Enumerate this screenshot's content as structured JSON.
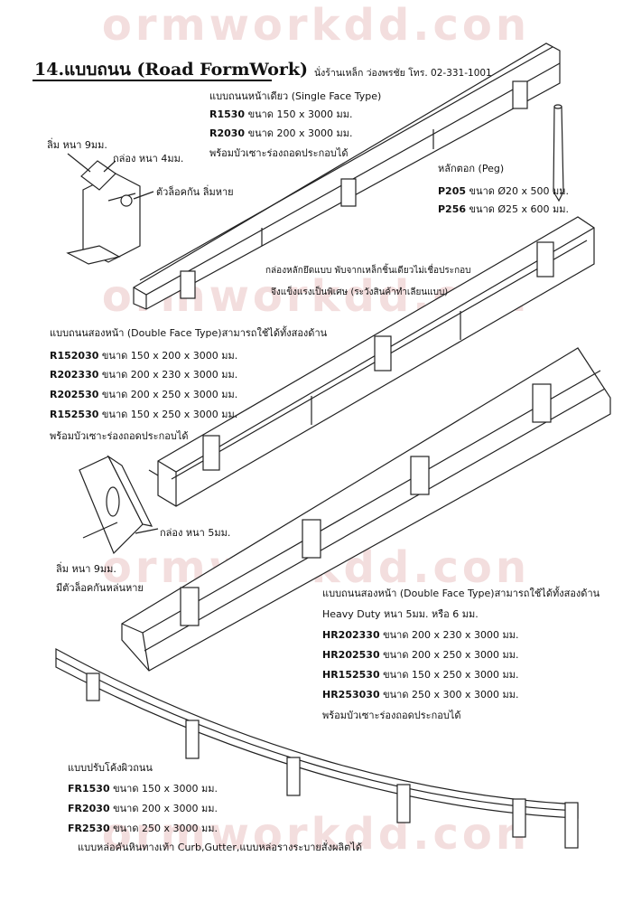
{
  "watermark": "ormworkdd.con",
  "header": {
    "title": "14.แบบถนน (Road FormWork)",
    "contact": "นั่งร้านเหล็ก ว่องพรชัย โทร. 02-331-1001"
  },
  "single_face": {
    "heading": "แบบถนนหน้าเดียว (Single Face Type)",
    "items": [
      {
        "code": "R1530",
        "desc": "ขนาด 150 x 3000 มม."
      },
      {
        "code": "R2030",
        "desc": "ขนาด 200 x 3000 มม."
      }
    ],
    "note": "พร้อมบัวเซาะร่องถอดประกอบได้"
  },
  "detail_single": {
    "lip": "ลิ่ม หนา 9มม.",
    "box": "กล่อง หนา 4มม.",
    "lock": "ตัวล็อคกัน ลิ่มหาย"
  },
  "peg": {
    "heading": "หลักตอก (Peg)",
    "items": [
      {
        "code": "P205",
        "desc": "ขนาด Ø20 x 500 มม."
      },
      {
        "code": "P256",
        "desc": "ขนาด Ø25 x 600 มม."
      }
    ]
  },
  "bracket_note": {
    "line1": "กล่องหลักยึดแบบ พับจากเหล็กชิ้นเดียวไม่เชื่อประกอบ",
    "line2": "จึงแข็งแรงเป็นพิเศษ (ระวังสินค้าทำเลียนแบบ)"
  },
  "double_face": {
    "heading": "แบบถนนสองหน้า (Double Face Type)สามารถใช้ได้ทั้งสองด้าน",
    "items": [
      {
        "code": "R152030",
        "desc": "ขนาด 150 x 200 x 3000 มม."
      },
      {
        "code": "R202330",
        "desc": "ขนาด 200 x 230 x 3000 มม."
      },
      {
        "code": "R202530",
        "desc": "ขนาด 200 x 250 x 3000 มม."
      },
      {
        "code": "R152530",
        "desc": "ขนาด 150 x 250 x 3000 มม."
      }
    ],
    "note": "พร้อมบัวเซาะร่องถอดประกอบได้"
  },
  "detail_double": {
    "box": "กล่อง หนา 5มม.",
    "lip": "ลิ่ม หนา 9มม.",
    "lock": "มีตัวล็อคกันหล่นหาย"
  },
  "heavy_duty": {
    "heading": "แบบถนนสองหน้า (Double Face Type)สามารถใช้ได้ทั้งสองด้าน",
    "sub": "Heavy Duty หนา 5มม. หรือ 6 มม.",
    "items": [
      {
        "code": "HR202330",
        "desc": "ขนาด 200 x 230 x 3000 มม."
      },
      {
        "code": "HR202530",
        "desc": "ขนาด 200 x 250 x 3000 มม."
      },
      {
        "code": "HR152530",
        "desc": "ขนาด 150 x 250 x 3000 มม."
      },
      {
        "code": "HR253030",
        "desc": "ขนาด 250 x 300 x 3000 มม."
      }
    ],
    "note": "พร้อมบัวเซาะร่องถอดประกอบได้"
  },
  "curved": {
    "heading": "แบบปรับโค้งผิวถนน",
    "items": [
      {
        "code": "FR1530",
        "desc": "ขนาด 150 x 3000 มม."
      },
      {
        "code": "FR2030",
        "desc": "ขนาด 200 x 3000 มม."
      },
      {
        "code": "FR2530",
        "desc": "ขนาด 250 x 3000 มม."
      }
    ],
    "note": "แบบหล่อคันหินทางเท้า Curb,Gutter,แบบหล่อรางระบายสั่งผลิตได้"
  }
}
